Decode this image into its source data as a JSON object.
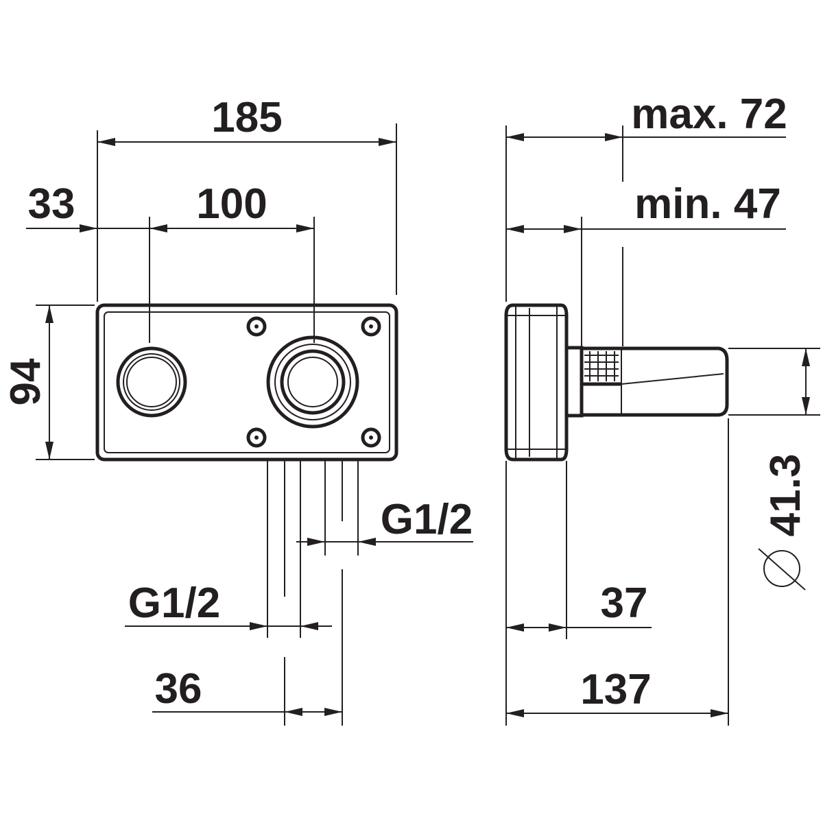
{
  "front_view": {
    "width": "185",
    "offset_left": "33",
    "spacing": "100",
    "height": "94",
    "thread_right": "G1/2",
    "thread_left": "G1/2",
    "spacing_bottom": "36"
  },
  "side_view": {
    "max_depth": "max. 72",
    "min_depth": "min. 47",
    "diameter": "41.3",
    "body_depth": "37",
    "total_depth": "137"
  },
  "colors": {
    "line": "#231f20",
    "background": "#ffffff"
  }
}
